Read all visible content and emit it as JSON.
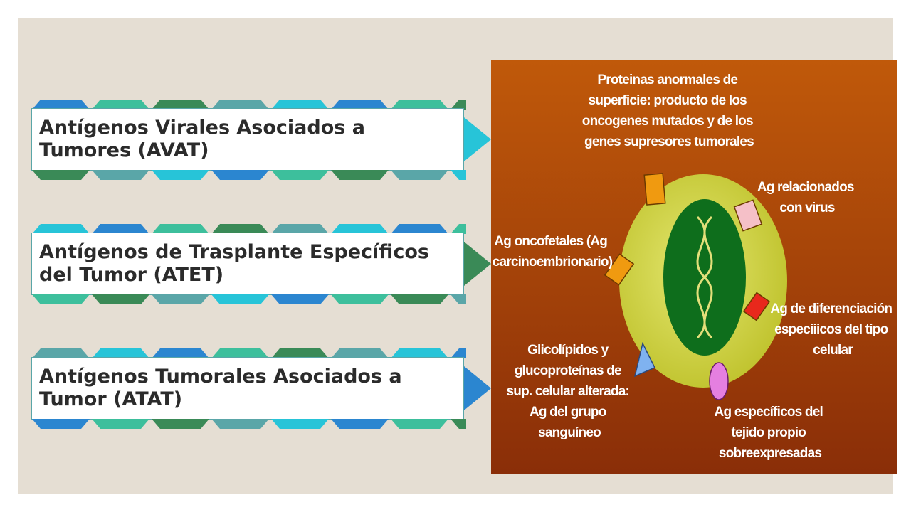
{
  "rows": [
    {
      "line1": "Antígenos Virales Asociados a",
      "line2": "Tumores (AVAT)",
      "arrow_color": "#27c4d8"
    },
    {
      "line1": "Antígenos de Trasplante Específicos",
      "line2": "del Tumor (ATET)",
      "arrow_color": "#3a8a57"
    },
    {
      "line1": "Antígenos Tumorales Asociados a",
      "line2": "Tumor (ATAT)",
      "arrow_color": "#2b86d0"
    }
  ],
  "chevron_colors": [
    "#2b86d0",
    "#3dbf9c",
    "#3a8a57",
    "#5aa6a8",
    "#27c4d8"
  ],
  "figure": {
    "top_label": [
      "Proteinas anormales de",
      "superficie: producto de los",
      "oncogenes mutados y de los",
      "genes supresores tumorales"
    ],
    "virus_label": [
      "Ag relacionados",
      "con virus"
    ],
    "oncofetal_label": [
      "Ag oncofetales (Ag",
      "carcinoembrionario)"
    ],
    "differentiation_label": [
      "Ag de diferenciación",
      "especiiicos del tipo",
      "celular"
    ],
    "glycolipid_label": [
      "Glicolípidos y",
      "glucoproteínas de",
      "sup. celular alterada:",
      "Ag del grupo",
      "sanguíneo"
    ],
    "tissue_label": [
      "Ag específicos del",
      "tejido propio",
      "sobreexpresadas"
    ],
    "colors": {
      "bg_top": "#c0590a",
      "bg_bottom": "#8a2e08",
      "cell": "#d3d73a",
      "nucleus": "#0e6e1c",
      "dna": "#e3df7a"
    }
  }
}
